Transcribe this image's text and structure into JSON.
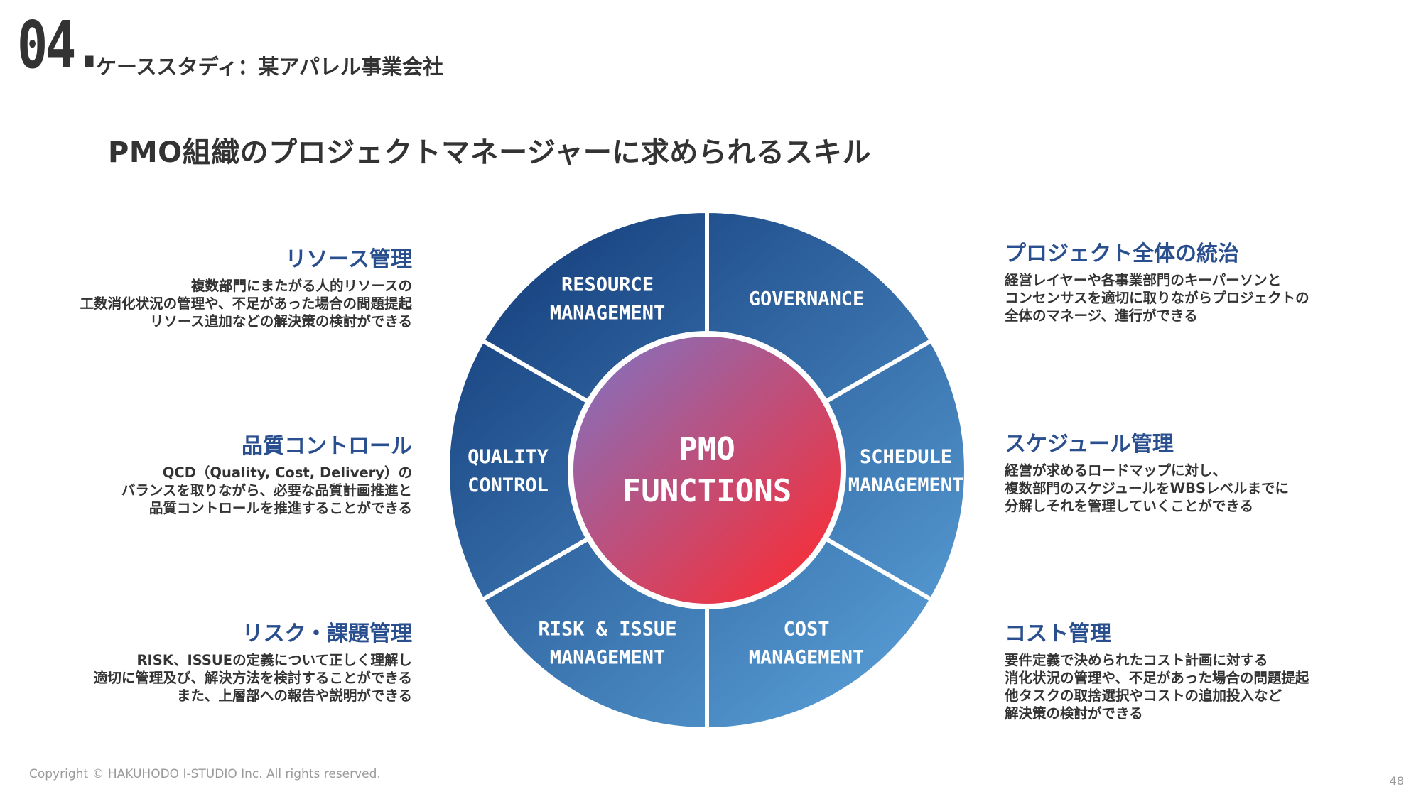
{
  "header": {
    "section_number": "04.",
    "section_title": "ケーススタディ：某アパレル事業会社"
  },
  "page_heading": "PMO組織のプロジェクトマネージャーに求められるスキル",
  "diagram": {
    "center_lines": [
      "PMO",
      "FUNCTIONS"
    ],
    "segments": [
      {
        "id": "governance",
        "lines": [
          "GOVERNANCE"
        ]
      },
      {
        "id": "schedule",
        "lines": [
          "SCHEDULE",
          "MANAGEMENT"
        ]
      },
      {
        "id": "cost",
        "lines": [
          "COST",
          "MANAGEMENT"
        ]
      },
      {
        "id": "risk",
        "lines": [
          "RISK & ISSUE",
          "MANAGEMENT"
        ]
      },
      {
        "id": "quality",
        "lines": [
          "QUALITY",
          "CONTROL"
        ]
      },
      {
        "id": "resource",
        "lines": [
          "RESOURCE",
          "MANAGEMENT"
        ]
      }
    ],
    "colors": {
      "outer_dark": "#133c7a",
      "outer_light": "#5aa0d8",
      "center_top": "#7f73c4",
      "center_bottom": "#ff2a2f"
    }
  },
  "blocks": {
    "resource": {
      "title": "リソース管理",
      "text": "複数部門にまたがる人的リソースの\n工数消化状況の管理や、不足があった場合の問題提起\nリソース追加などの解決策の検討ができる"
    },
    "quality": {
      "title": "品質コントロール",
      "text": "QCD（Quality, Cost, Delivery）の\nバランスを取りながら、必要な品質計画推進と\n品質コントロールを推進することができる"
    },
    "risk": {
      "title": "リスク・課題管理",
      "text": "RISK、ISSUEの定義について正しく理解し\n適切に管理及び、解決方法を検討することができる\nまた、上層部への報告や説明ができる"
    },
    "governance": {
      "title": "プロジェクト全体の統治",
      "text": "経営レイヤーや各事業部門のキーパーソンと\nコンセンサスを適切に取りながらプロジェクトの\n全体のマネージ、進行ができる"
    },
    "schedule": {
      "title": "スケジュール管理",
      "text": "経営が求めるロードマップに対し、\n複数部門のスケジュールをWBSレベルまでに\n分解しそれを管理していくことができる"
    },
    "cost": {
      "title": "コスト管理",
      "text": "要件定義で決められたコスト計画に対する\n消化状況の管理や、不足があった場合の問題提起\n他タスクの取捨選択やコストの追加投入など\n解決策の検討ができる"
    }
  },
  "footer": {
    "copyright": "Copyright © HAKUHODO I-STUDIO Inc. All rights reserved.",
    "page_number": "48"
  }
}
